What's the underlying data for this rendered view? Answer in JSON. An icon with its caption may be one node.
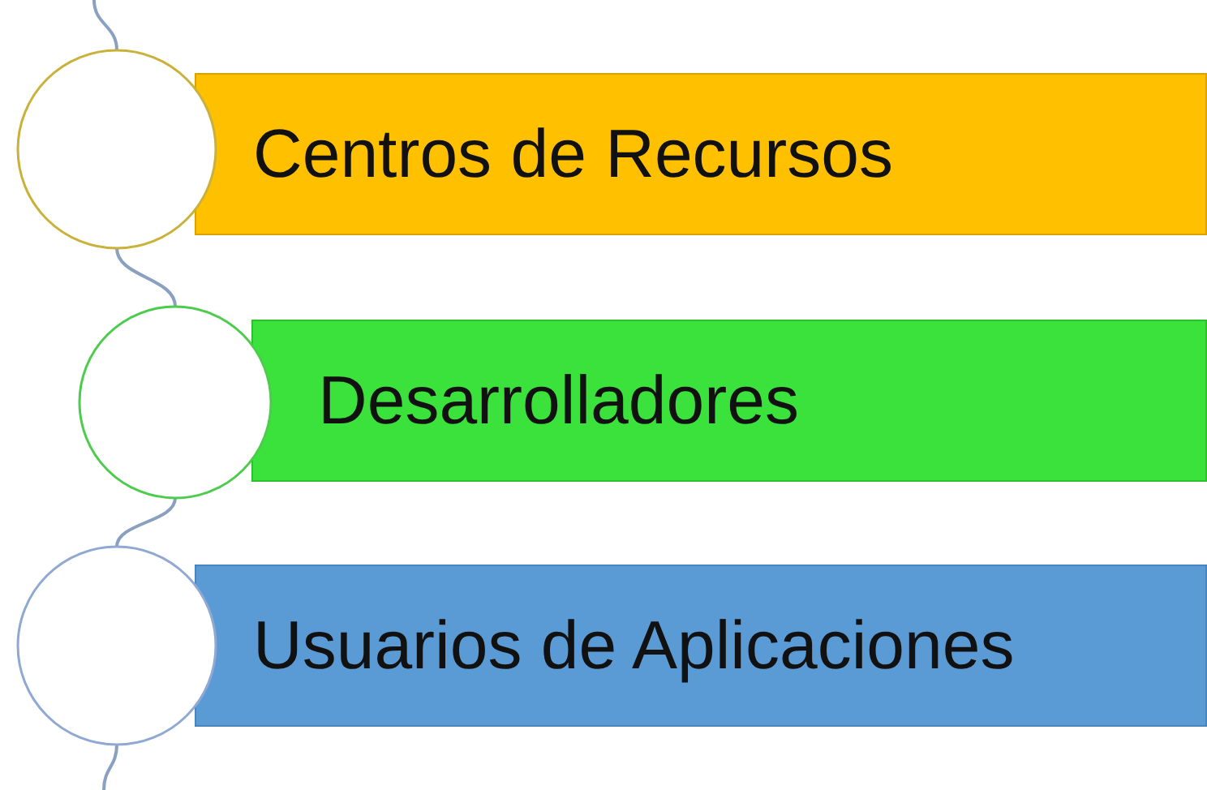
{
  "diagram": {
    "nodes": [
      {
        "text": [],
        "shape": "circle"
      },
      {
        "text": [
          "Centros de Recursos"
        ]
      },
      {
        "text": [],
        "shape": "circle"
      },
      {
        "text": [
          "Desarrolladores"
        ]
      },
      {
        "text": [],
        "shape": "circle"
      },
      {
        "text": [
          "Usuarios de Aplicaciones"
        ]
      }
    ],
    "edges": [
      {
        "from": null,
        "to": 0,
        "arrow": "none"
      },
      {
        "from": 0,
        "to": 2,
        "arrow": "none"
      },
      {
        "from": 2,
        "to": 4,
        "arrow": "none"
      },
      {
        "from": 4,
        "to": null,
        "arrow": "none"
      }
    ]
  }
}
